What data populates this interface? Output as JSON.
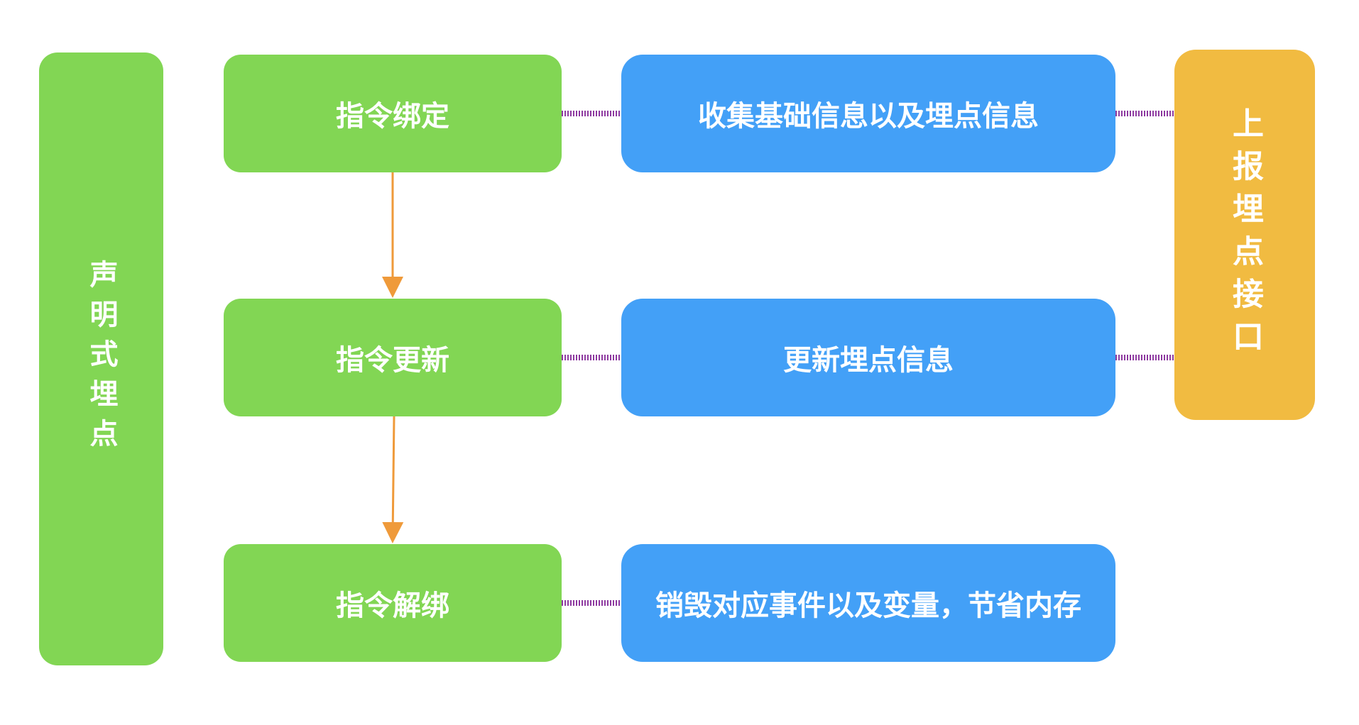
{
  "left_bar": {
    "label": "声明式埋点"
  },
  "right_bar": {
    "label": "上报埋点接口"
  },
  "commands": [
    {
      "label": "指令绑定"
    },
    {
      "label": "指令更新"
    },
    {
      "label": "指令解绑"
    }
  ],
  "actions": [
    {
      "label": "收集基础信息以及埋点信息"
    },
    {
      "label": "更新埋点信息"
    },
    {
      "label": "销毁对应事件以及变量，节省内存"
    }
  ],
  "colors": {
    "green": "#82d654",
    "blue": "#43a0f7",
    "orange": "#f1bb41",
    "arrow": "#ef9a3a",
    "link": "#8e3aa0"
  }
}
